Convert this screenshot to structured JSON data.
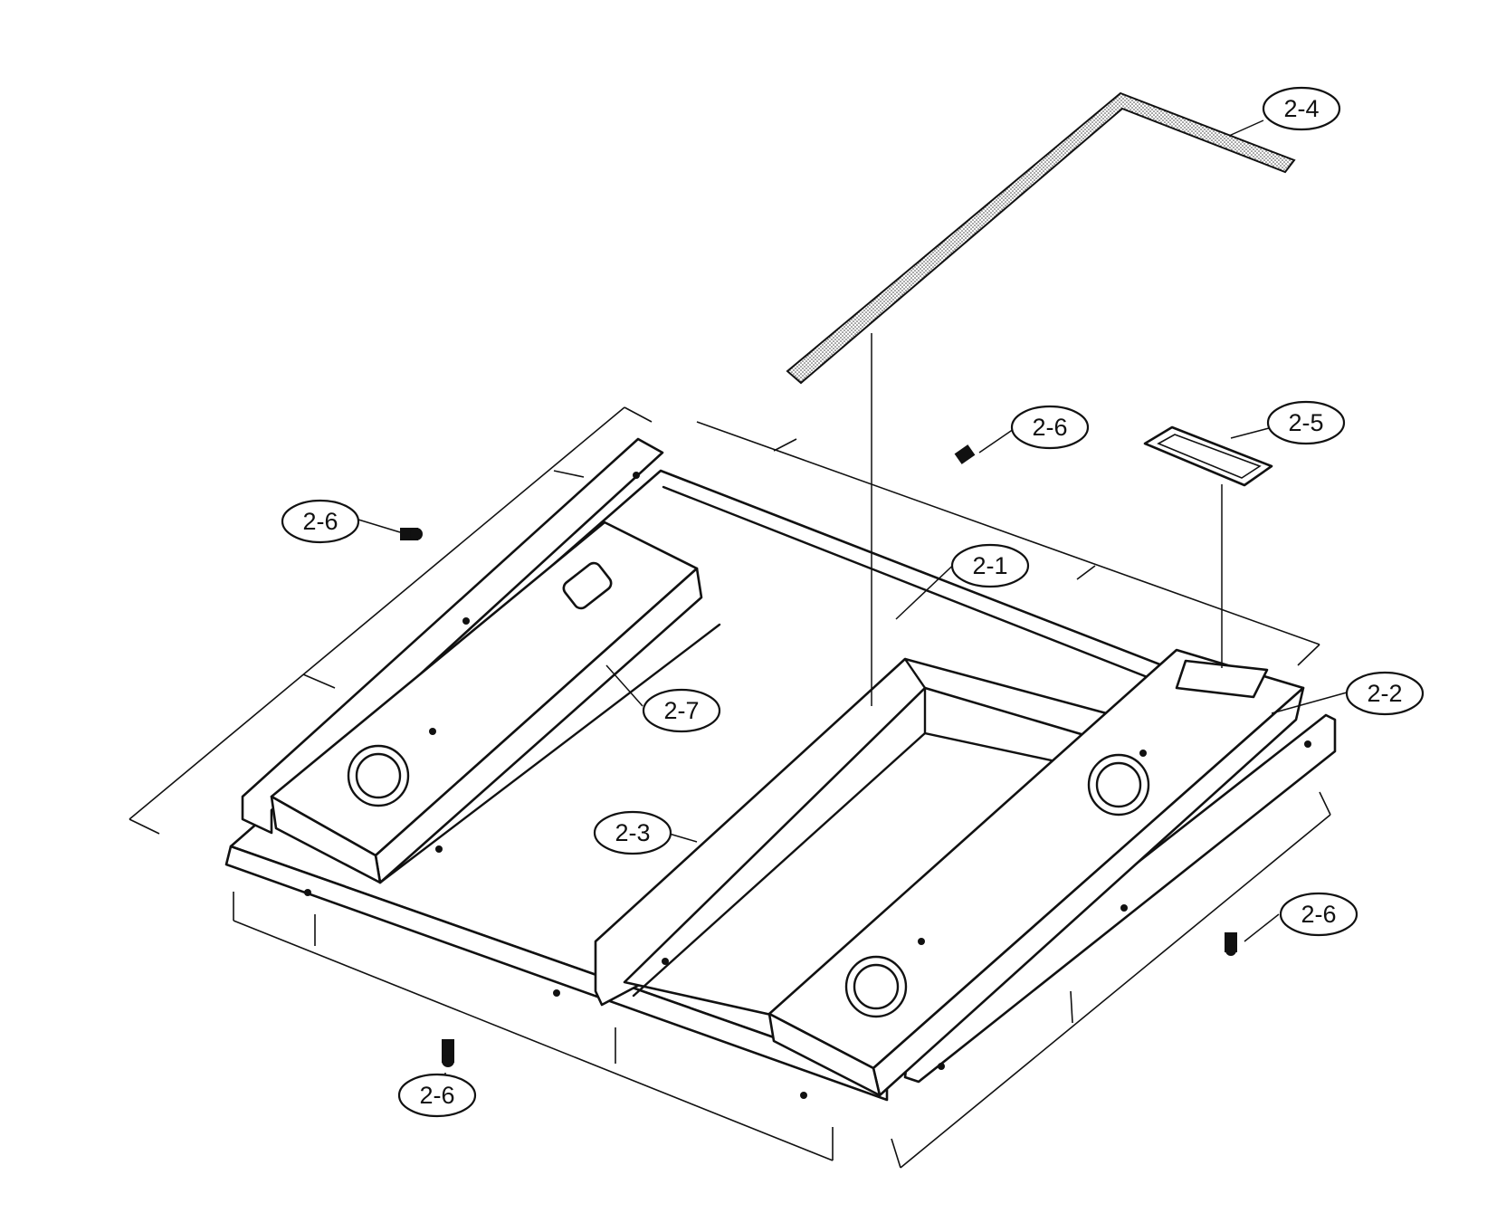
{
  "callouts": [
    {
      "id": "2-1",
      "text": "2-1"
    },
    {
      "id": "2-2",
      "text": "2-2"
    },
    {
      "id": "2-3",
      "text": "2-3"
    },
    {
      "id": "2-4",
      "text": "2-4"
    },
    {
      "id": "2-5",
      "text": "2-5"
    },
    {
      "id": "2-6a",
      "text": "2-6"
    },
    {
      "id": "2-6b",
      "text": "2-6"
    },
    {
      "id": "2-6c",
      "text": "2-6"
    },
    {
      "id": "2-6d",
      "text": "2-6"
    },
    {
      "id": "2-7",
      "text": "2-7"
    }
  ],
  "colors": {
    "line": "#111111",
    "background": "#ffffff",
    "strip_fill": "#d0d0d0"
  }
}
